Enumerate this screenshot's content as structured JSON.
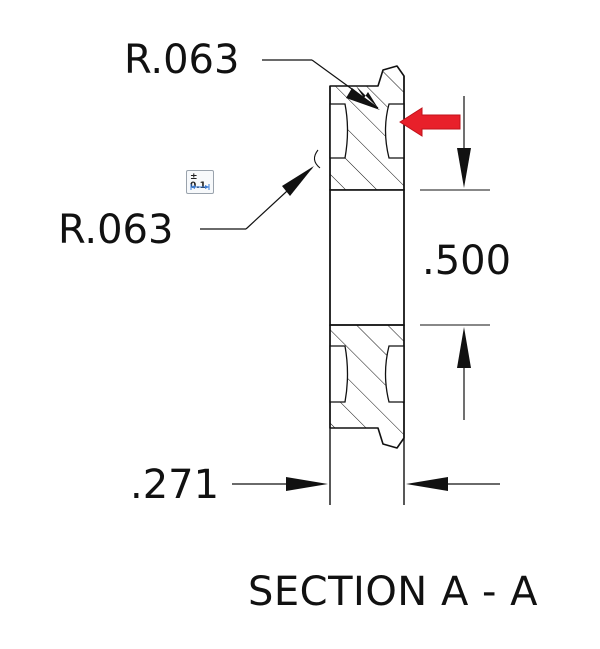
{
  "dimensions": {
    "radius_top": "R.063",
    "radius_left": "R.063",
    "bore_width": ".500",
    "thickness": ".271"
  },
  "tolerance_badge": {
    "label": "± 0.1",
    "icon": "tolerance-icon"
  },
  "section_title": "SECTION A - A",
  "colors": {
    "line": "#111111",
    "highlight_arrow": "#e8202a",
    "background": "#ffffff"
  }
}
